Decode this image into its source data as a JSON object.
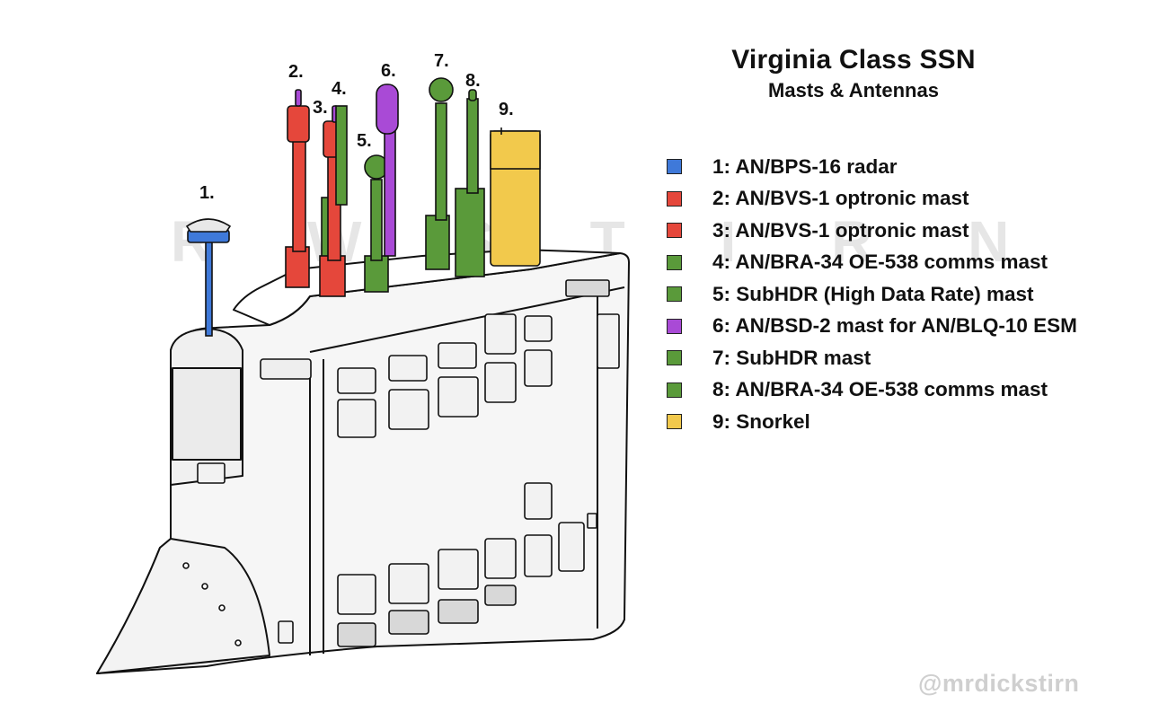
{
  "title": "Virginia Class SSN",
  "subtitle": "Masts & Antennas",
  "watermark": "@mrdickstirn",
  "background_watermark": "R W S T I R N",
  "colors": {
    "blue": "#3f79d9",
    "red": "#e5473b",
    "green": "#5a9a3a",
    "purple": "#a94ad6",
    "yellow": "#f2c94c",
    "hull": "#f5f5f5",
    "outline": "#111111"
  },
  "callouts": [
    {
      "label": "1.",
      "mast": "1"
    },
    {
      "label": "2.",
      "mast": "2"
    },
    {
      "label": "3.",
      "mast": "3"
    },
    {
      "label": "4.",
      "mast": "4"
    },
    {
      "label": "5.",
      "mast": "5"
    },
    {
      "label": "6.",
      "mast": "6"
    },
    {
      "label": "7.",
      "mast": "7"
    },
    {
      "label": "8.",
      "mast": "8"
    },
    {
      "label": "9.",
      "mast": "9"
    }
  ],
  "legend": [
    {
      "label": "1: AN/BPS-16 radar",
      "color": "#3f79d9"
    },
    {
      "label": "2: AN/BVS-1 optronic mast",
      "color": "#e5473b"
    },
    {
      "label": "3: AN/BVS-1 optronic mast",
      "color": "#e5473b"
    },
    {
      "label": "4: AN/BRA-34 OE-538 comms mast",
      "color": "#5a9a3a"
    },
    {
      "label": "5: SubHDR (High Data Rate) mast",
      "color": "#5a9a3a"
    },
    {
      "label": "6: AN/BSD-2 mast for AN/BLQ-10 ESM",
      "color": "#a94ad6"
    },
    {
      "label": "7: SubHDR mast",
      "color": "#5a9a3a"
    },
    {
      "label": "8: AN/BRA-34 OE-538 comms mast",
      "color": "#5a9a3a"
    },
    {
      "label": "9: Snorkel",
      "color": "#f2c94c"
    }
  ]
}
